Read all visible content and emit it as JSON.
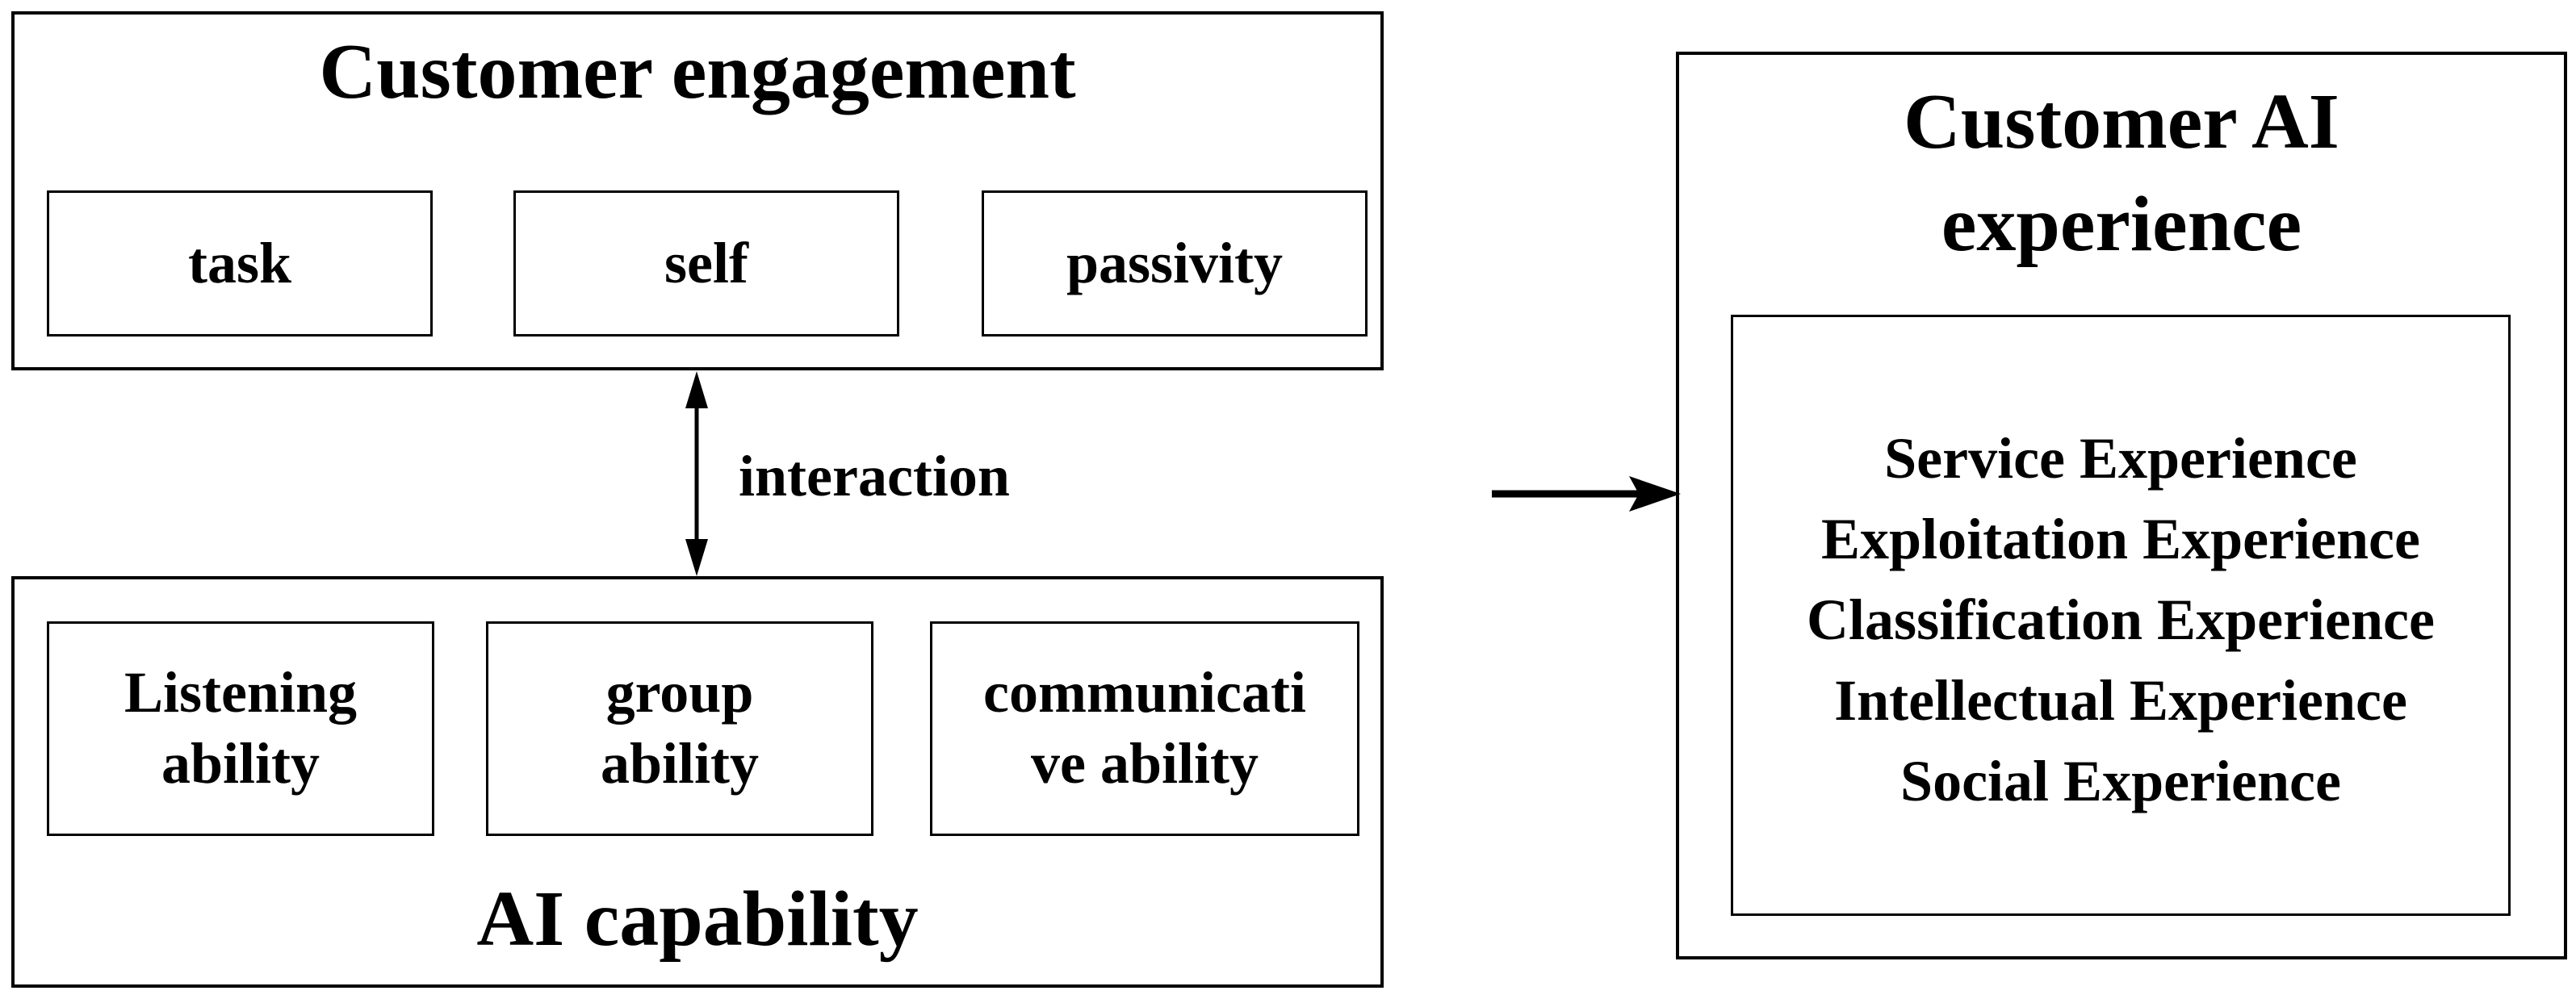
{
  "customer_engagement": {
    "title": "Customer engagement",
    "items": [
      "task",
      "self",
      "passivity"
    ]
  },
  "interaction": {
    "label": "interaction"
  },
  "ai_capability": {
    "title": "AI capability",
    "items": [
      "Listening\nability",
      "group\nability",
      "communicati\nve ability"
    ]
  },
  "customer_ai_experience": {
    "title": "Customer AI\nexperience",
    "experiences": [
      "Service Experience",
      "Exploitation Experience",
      "Classification Experience",
      "Intellectual Experience",
      "Social Experience"
    ]
  }
}
